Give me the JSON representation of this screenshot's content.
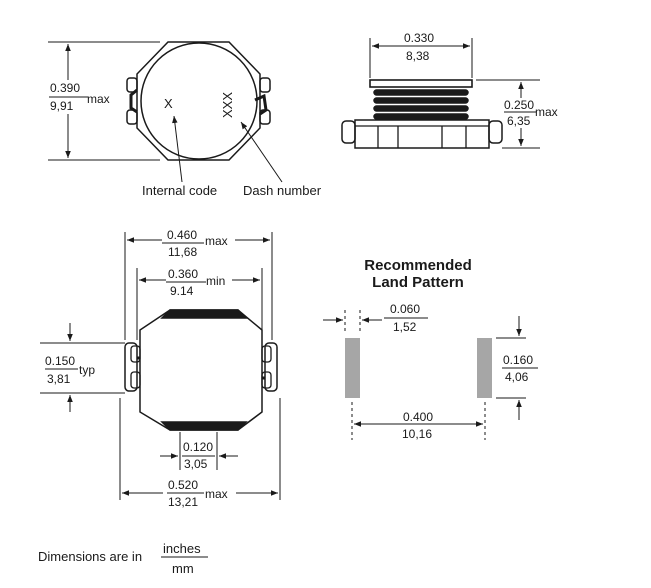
{
  "top_left_view": {
    "height_in": "0.390",
    "height_mm": "9,91",
    "height_qual": "max",
    "mark_internal": "X",
    "mark_dash": "XXX",
    "label_internal": "Internal code",
    "label_dash": "Dash number"
  },
  "top_right_view": {
    "width_in": "0.330",
    "width_mm": "8,38",
    "height_in": "0.250",
    "height_mm": "6,35",
    "height_qual": "max"
  },
  "bottom_left_view": {
    "overall_in": "0.460",
    "overall_mm": "11,68",
    "overall_qual": "max",
    "inner_in": "0.360",
    "inner_mm": "9.14",
    "inner_qual": "min",
    "pad_height_in": "0.150",
    "pad_height_mm": "3,81",
    "pad_height_qual": "typ",
    "tab_width_in": "0.120",
    "tab_width_mm": "3,05",
    "total_in": "0.520",
    "total_mm": "13,21",
    "total_qual": "max"
  },
  "land_pattern": {
    "title_line1": "Recommended",
    "title_line2": "Land Pattern",
    "pad_width_in": "0.060",
    "pad_width_mm": "1,52",
    "pad_height_in": "0.160",
    "pad_height_mm": "4,06",
    "spacing_in": "0.400",
    "spacing_mm": "10,16"
  },
  "footer": {
    "prefix": "Dimensions are in",
    "unit_top": "inches",
    "unit_bottom": "mm"
  },
  "colors": {
    "line": "#1a1a1a",
    "pad_fill": "#a6a6a6"
  }
}
